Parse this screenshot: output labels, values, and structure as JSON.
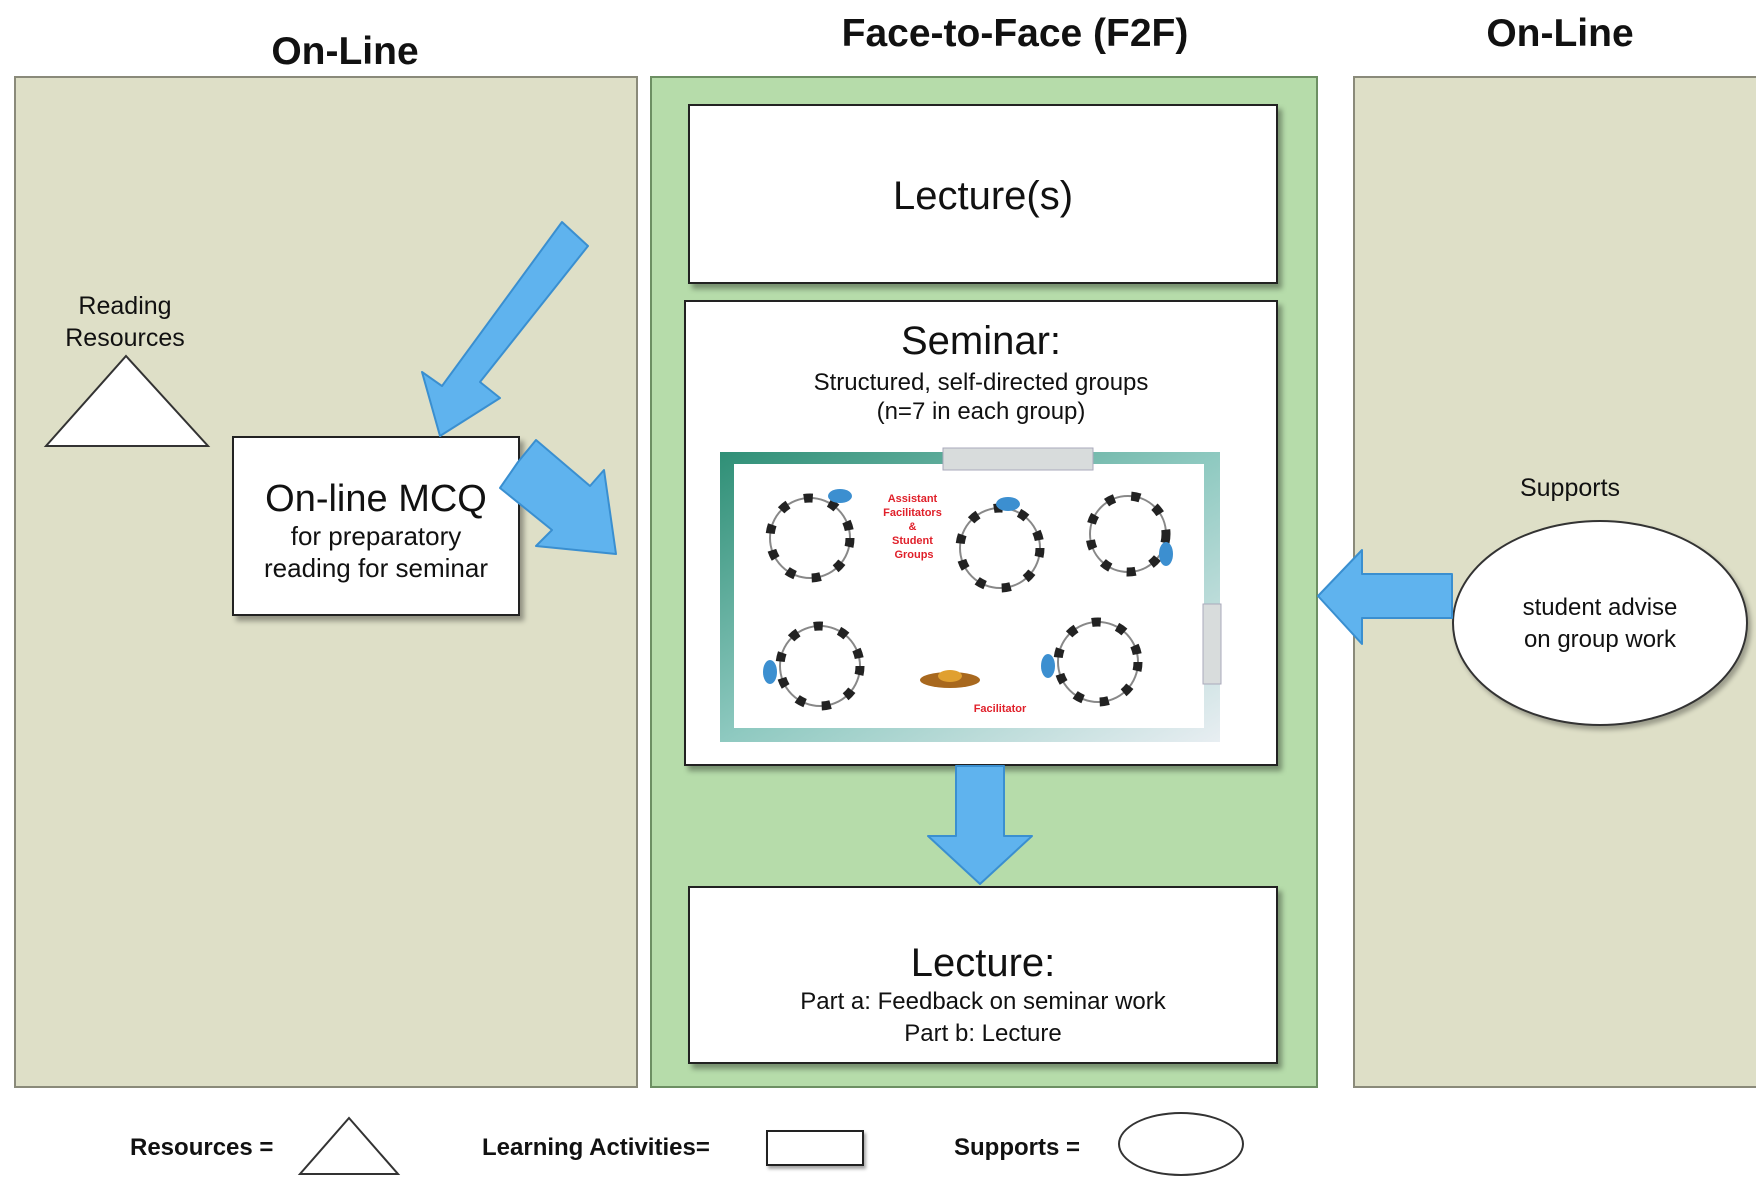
{
  "columns": {
    "left_title": "On-Line",
    "middle_title": "Face-to-Face (F2F)",
    "right_title": "On-Line"
  },
  "left": {
    "resource_label_line1": "Reading",
    "resource_label_line2": "Resources",
    "mcq_title": "On-line MCQ",
    "mcq_line1": "for preparatory",
    "mcq_line2": "reading for seminar"
  },
  "middle": {
    "lecture1_title": "Lecture(s)",
    "seminar_title": "Seminar:",
    "seminar_line1": "Structured, self-directed groups",
    "seminar_line2": "(n=7 in each group)",
    "illustration_label_line1": "Assistant",
    "illustration_label_line2": "Facilitators",
    "illustration_label_line3": "&",
    "illustration_label_line4": "Student",
    "illustration_label_line5": "Groups",
    "facilitator_label": "Facilitator",
    "lecture2_title": "Lecture:",
    "lecture2_line1": "Part a: Feedback on seminar work",
    "lecture2_line2": "Part b: Lecture"
  },
  "right": {
    "supports_label": "Supports",
    "support_line1": "student advise",
    "support_line2": "on group work"
  },
  "legend": {
    "resources_label": "Resources =",
    "activities_label": "Learning Activities=",
    "supports_label": "Supports ="
  },
  "colors": {
    "online_panel": "#dedfc7",
    "f2f_panel": "#b6dcaa",
    "arrow": "#5fb3ee",
    "illustration_label": "#e0202a"
  }
}
